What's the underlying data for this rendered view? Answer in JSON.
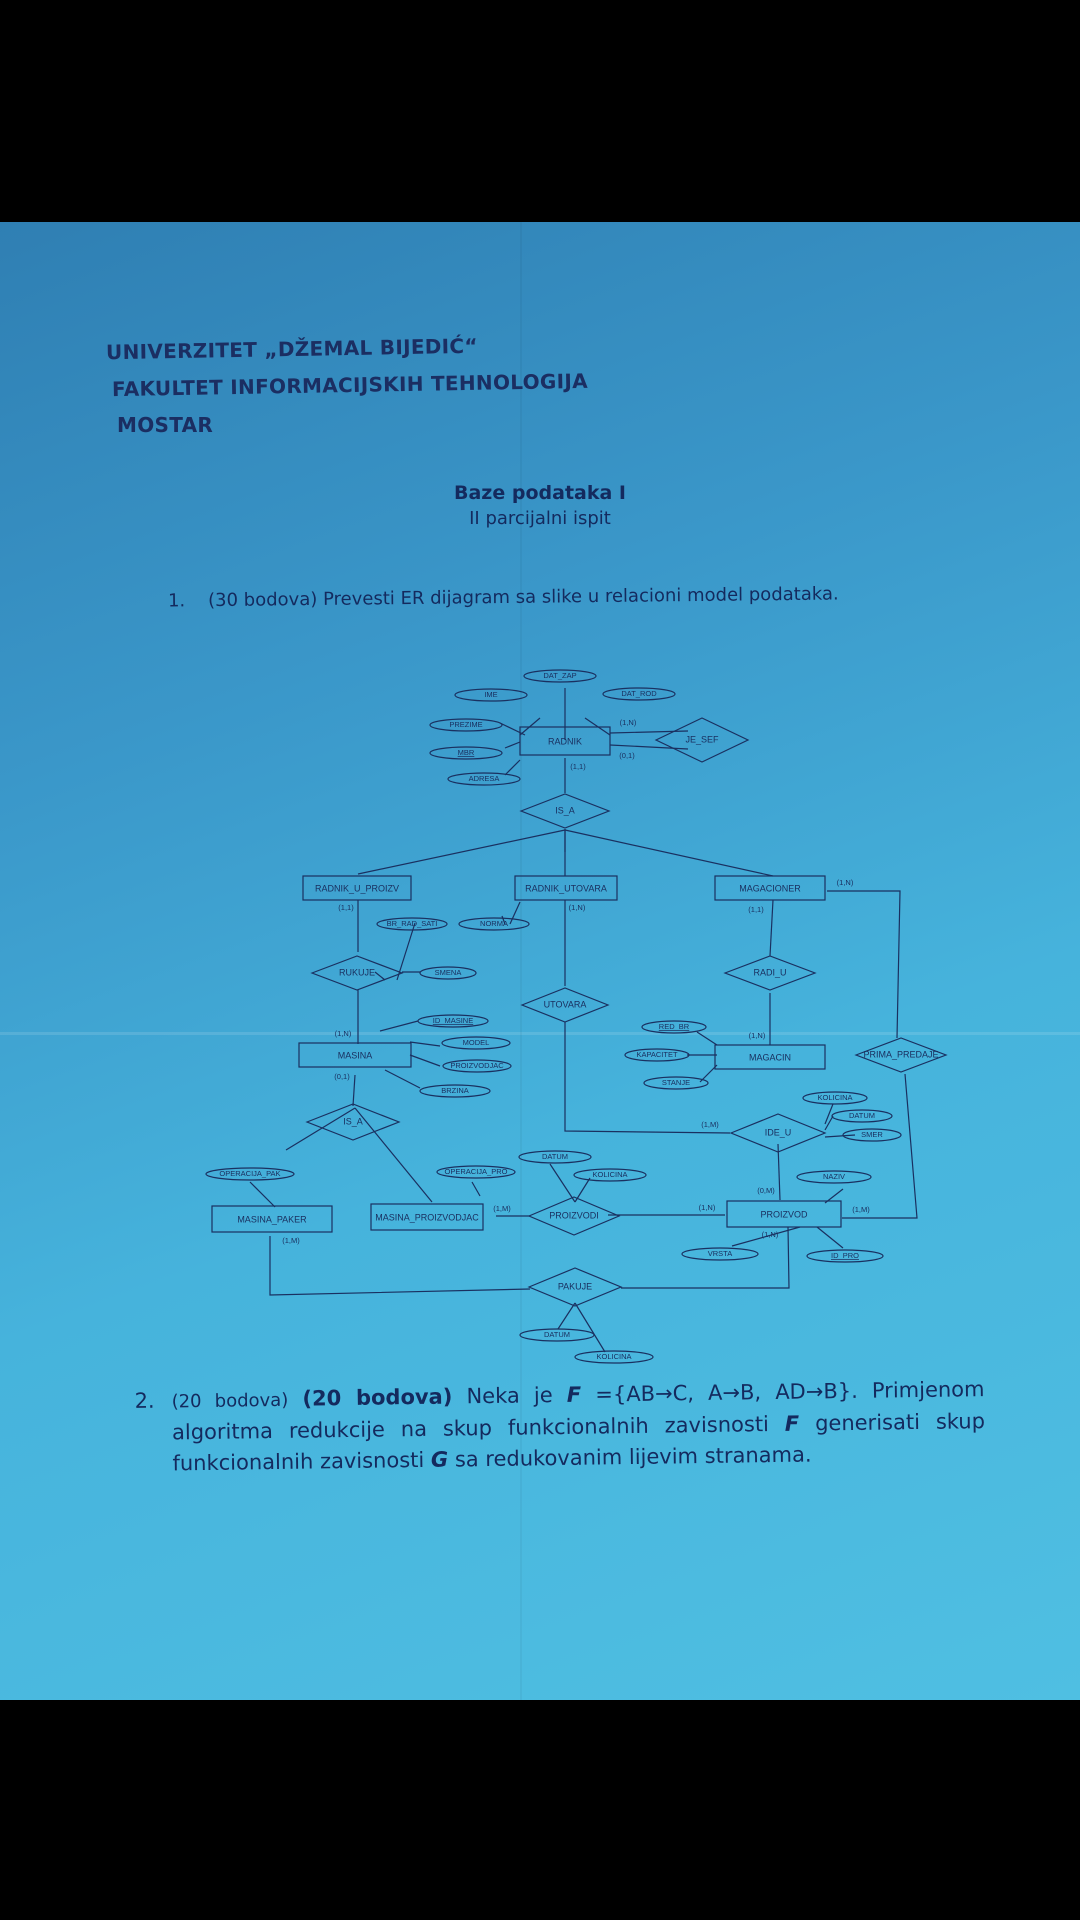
{
  "header": {
    "line1": "UNIVERZITET „DŽEMAL BIJEDIĆ“",
    "line2": "FAKULTET INFORMACIJSKIH TEHNOLOGIJA",
    "line3": "MOSTAR"
  },
  "course": {
    "title": "Baze podataka I",
    "subtitle": "II parcijalni ispit"
  },
  "question1": {
    "number": "1.",
    "text": "(30 bodova) Prevesti ER dijagram sa slike u relacioni model podataka."
  },
  "diagram": {
    "entities": {
      "radnik": "RADNIK",
      "radnik_u_proizv": "RADNIK_U_PROIZV",
      "radnik_utovara": "RADNIK_UTOVARA",
      "magacioner": "MAGACIONER",
      "masina": "MASINA",
      "magacin": "MAGACIN",
      "masina_paker": "MASINA_PAKER",
      "masina_proizvodjac": "MASINA_PROIZVODJAC",
      "proizvod": "PROIZVOD"
    },
    "relationships": {
      "je_sef": "JE_SEF",
      "is_a_top": "IS_A",
      "rukuje": "RUKUJE",
      "utovara": "UTOVARA",
      "radi_u": "RADI_U",
      "prima_predaje": "PRIMA_PREDAJE",
      "ide_u": "IDE_U",
      "is_a_masina": "IS_A",
      "proizvodi": "PROIZVODI",
      "pakuje": "PAKUJE"
    },
    "attributes": {
      "dat_zap": "DAT_ZAP",
      "ime": "IME",
      "dat_rod": "DAT_ROD",
      "prezime": "PREZIME",
      "mbr": "MBR",
      "adresa": "ADRESA",
      "br_rad_sati": "BR_RAD_SATI",
      "norma": "NORMA",
      "smena": "SMENA",
      "id_masine": "ID_MASINE",
      "model": "MODEL",
      "proizvodjac": "PROIZVODJAC",
      "brzina": "BRZINA",
      "red_br": "RED_BR",
      "kapacitet": "KAPACITET",
      "stanje": "STANJE",
      "kolicina_ide": "KOLICINA",
      "datum_ide": "DATUM",
      "smer": "SMER",
      "operacija_pak": "OPERACIJA_PAK",
      "operacija_pro": "OPERACIJA_PRO",
      "datum_proizvodi": "DATUM",
      "kolicina_proizvodi": "KOLICINA",
      "naziv": "NAZIV",
      "vrsta": "VRSTA",
      "id_pro": "ID_PRO",
      "datum_pakuje": "DATUM",
      "kolicina_pakuje": "KOLICINA"
    },
    "cardinalities": {
      "radnik_jesef_top": "(1,N)",
      "radnik_jesef_bottom": "(0,1)",
      "radnik_isa": "(1,1)",
      "ruproizv_rukuje": "(1,1)",
      "rutovara_utovara": "(1,N)",
      "magacioner_radiu": "(1,1)",
      "magacioner_prima": "(1,N)",
      "masina_rukuje": "(1,N)",
      "masina_isa": "(0,1)",
      "magacin_radiu": "(1,N)",
      "utovara_ideu": "(1,M)",
      "ideu_proizvod": "(0,M)",
      "masproizv_proizvodi": "(1,M)",
      "proizvod_proizvodi": "(1,N)",
      "proizvod_prima": "(1,M)",
      "proizvod_pakuje": "(1,N)",
      "paker_pakuje": "(1,M)"
    }
  },
  "question2": {
    "number": "2.",
    "points_small": "(20 bodova)",
    "points_bold": "(20 bodova)",
    "t1": " Neka je ",
    "F": "F",
    "t2": " ={AB→C, A→B, AD→B}. Primjenom algoritma redukcije na skup funkcionalnih zavisnosti ",
    "F2": "F",
    "t3": " generisati skup funkcionalnih zavisnosti ",
    "G": "G",
    "t4": " sa redukovanim lijevim stranama."
  }
}
